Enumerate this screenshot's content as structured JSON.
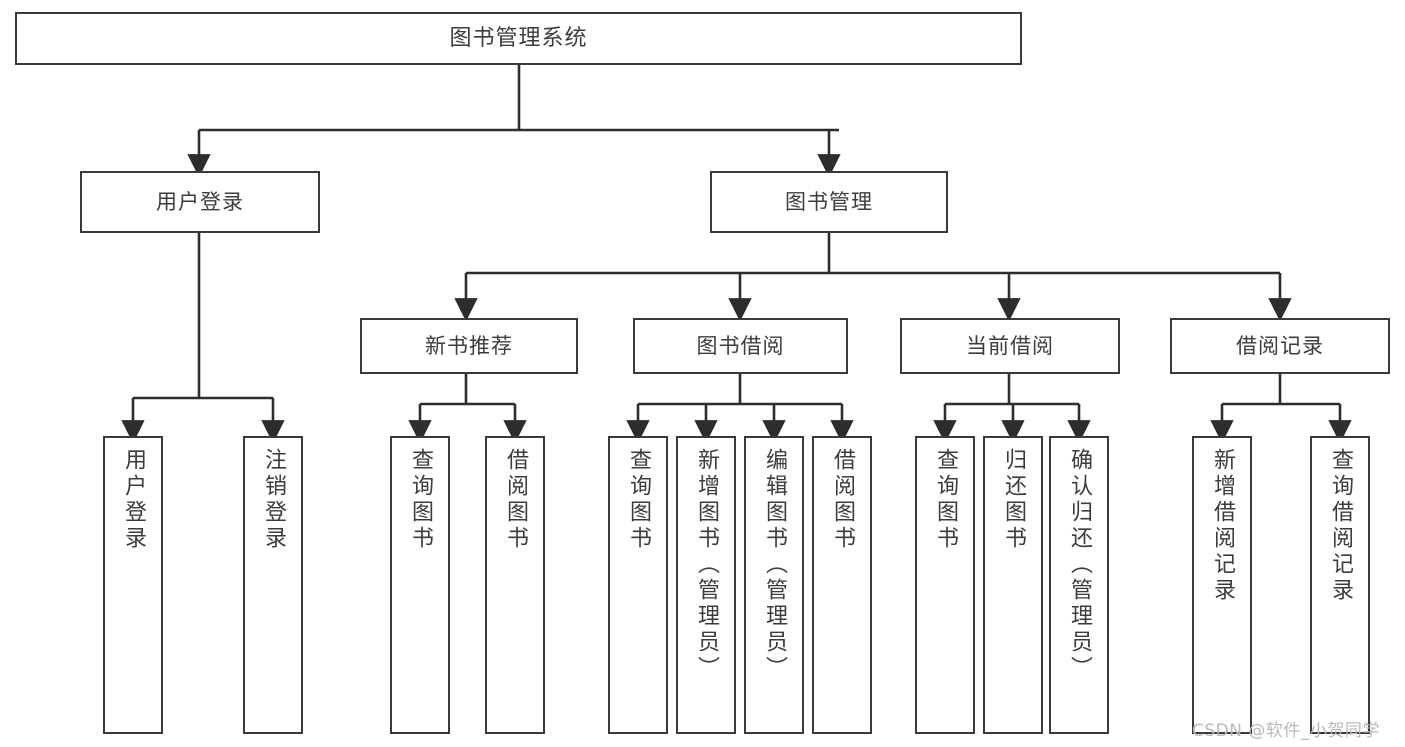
{
  "diagram": {
    "type": "tree-hierarchy-diagram",
    "title": "图书管理系统",
    "orientation": "top-down",
    "levels": 4,
    "nodes": {
      "root": {
        "label": "图书管理系统"
      },
      "level2": [
        {
          "id": "user-login",
          "label": "用户登录"
        },
        {
          "id": "book-management",
          "label": "图书管理"
        }
      ],
      "level3": [
        {
          "id": "new-book-recommend",
          "label": "新书推荐",
          "parent": "book-management"
        },
        {
          "id": "book-borrow",
          "label": "图书借阅",
          "parent": "book-management"
        },
        {
          "id": "current-borrow",
          "label": "当前借阅",
          "parent": "book-management"
        },
        {
          "id": "borrow-record",
          "label": "借阅记录",
          "parent": "book-management"
        }
      ],
      "leaves": {
        "user_login": [
          {
            "id": "leaf-user-login",
            "label": "用户登录"
          },
          {
            "id": "leaf-logout-login",
            "label": "注销登录"
          }
        ],
        "new_book_recommend": [
          {
            "id": "leaf-query-book-1",
            "label": "查询图书"
          },
          {
            "id": "leaf-borrow-book-1",
            "label": "借阅图书"
          }
        ],
        "book_borrow": [
          {
            "id": "leaf-query-book-2",
            "label": "查询图书"
          },
          {
            "id": "leaf-add-book",
            "label": "新增图书（管理员）"
          },
          {
            "id": "leaf-edit-book",
            "label": "编辑图书（管理员）"
          },
          {
            "id": "leaf-borrow-book-2",
            "label": "借阅图书"
          }
        ],
        "current_borrow": [
          {
            "id": "leaf-query-book-3",
            "label": "查询图书"
          },
          {
            "id": "leaf-return-book",
            "label": "归还图书"
          },
          {
            "id": "leaf-confirm-return",
            "label": "确认归还（管理员）"
          }
        ],
        "borrow_record": [
          {
            "id": "leaf-add-record",
            "label": "新增借阅记录"
          },
          {
            "id": "leaf-query-record",
            "label": "查询借阅记录"
          }
        ]
      }
    },
    "colors": {
      "box_border": "#3a3a3a",
      "box_fill": "#ffffff",
      "text": "#3c3c3c",
      "connector": "#2d2d2d",
      "watermark": "#b9b9b9",
      "background": "#ffffff"
    }
  },
  "watermark": {
    "text": "CSDN @软件_小贺同学"
  }
}
